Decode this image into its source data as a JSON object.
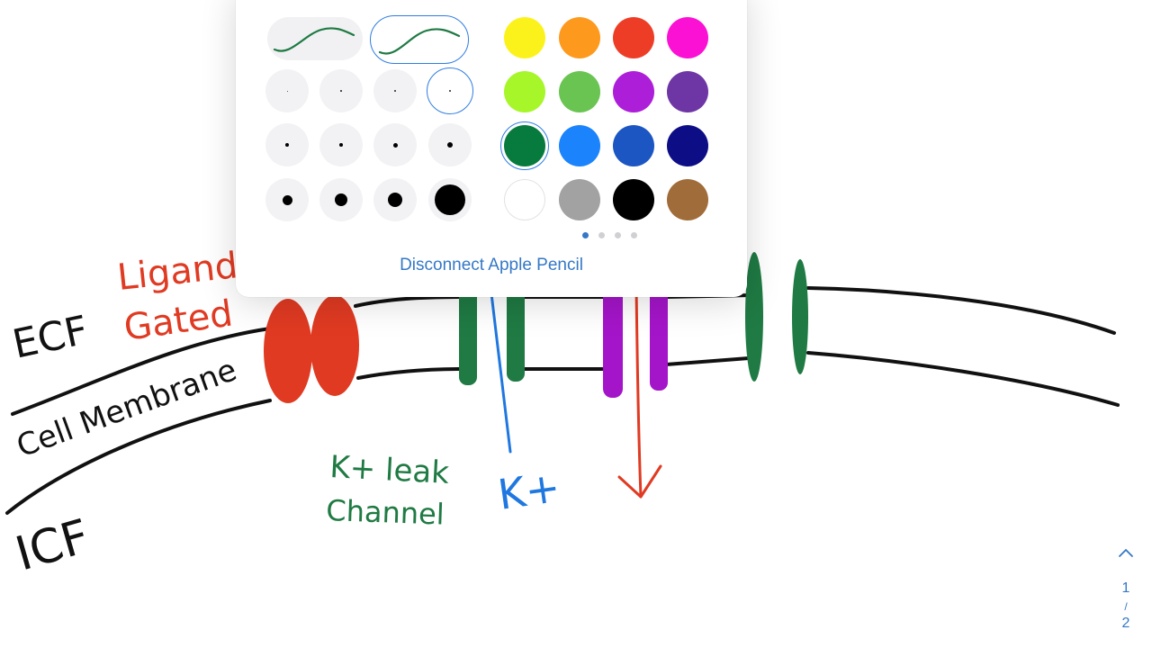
{
  "drawing": {
    "labels": {
      "ecf": "ECF",
      "cell_membrane": "Cell Membrane",
      "icf": "ICF",
      "ligand_line1": "Ligand",
      "ligand_line2": "Gated",
      "k_leak_line1": "K+ leak",
      "k_leak_line2": "Channel",
      "k_ion": "K+"
    },
    "colors": {
      "ink_black": "#111111",
      "ink_red": "#e03a22",
      "ink_green": "#1f7a43",
      "ink_blue": "#1f77e0",
      "ink_purple": "#a415c9"
    }
  },
  "palette_popover": {
    "tools": [
      {
        "name": "pen-stroke",
        "selected": false
      },
      {
        "name": "pen-stroke-outlined",
        "selected": true
      }
    ],
    "selected_size_index": 3,
    "sizes": [
      1,
      1.5,
      2,
      2.5,
      4,
      4.5,
      5,
      6.5,
      11,
      14,
      16,
      34
    ],
    "colors": [
      "#fcf21b",
      "#fd9a1e",
      "#ee3d27",
      "#fb11d3",
      "#a6f62a",
      "#6ac452",
      "#ad1ed9",
      "#6e36a5",
      "#067b3d",
      "#1b83fb",
      "#1c56c2",
      "#0d0e86",
      "#ffffff",
      "#a2a2a2",
      "#000000",
      "#a06c3a"
    ],
    "selected_color": "#067b3d",
    "selected_color_index": 8,
    "page_count": 4,
    "current_page_index": 0,
    "dot_active_color": "#3478c6",
    "dot_inactive_color": "#d0d0d4",
    "disconnect_label": "Disconnect Apple Pencil"
  },
  "page_indicator": {
    "current": "1",
    "separator": "/",
    "total": "2"
  }
}
